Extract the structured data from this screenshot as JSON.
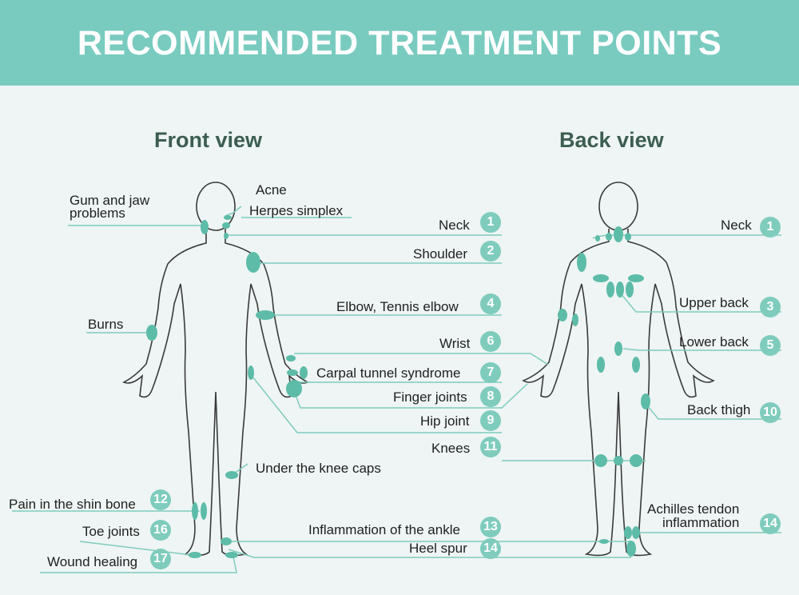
{
  "header": {
    "title": "RECOMMENDED TREATMENT POINTS"
  },
  "views": {
    "front": "Front view",
    "back": "Back view"
  },
  "labels": {
    "gum_jaw": "Gum and jaw\nproblems",
    "acne": "Acne",
    "herpes": "Herpes simplex",
    "neck_front": "Neck",
    "shoulder": "Shoulder",
    "elbow": "Elbow, Tennis elbow",
    "burns": "Burns",
    "wrist": "Wrist",
    "carpal": "Carpal tunnel syndrome",
    "finger": "Finger joints",
    "hip": "Hip joint",
    "knees": "Knees",
    "under_knee": "Under the knee caps",
    "shin": "Pain in the shin bone",
    "toe": "Toe joints",
    "wound": "Wound healing",
    "ankle": "Inflammation of the ankle",
    "heel": "Heel spur",
    "neck_back": "Neck",
    "upper_back": "Upper back",
    "lower_back": "Lower back",
    "back_thigh": "Back thigh",
    "achilles": "Achilles tendon\ninflammation"
  },
  "badges": {
    "neck_front": "1",
    "shoulder": "2",
    "elbow": "4",
    "wrist": "6",
    "carpal": "7",
    "finger": "8",
    "hip": "9",
    "knees": "11",
    "shin": "12",
    "toe": "16",
    "wound": "17",
    "ankle": "13",
    "heel": "14",
    "neck_back": "1",
    "upper_back": "3",
    "lower_back": "5",
    "back_thigh": "10",
    "achilles": "14"
  },
  "colors": {
    "banner": "#79cbbf",
    "accent": "#7fccbd",
    "marker": "#5dbca8",
    "outline": "#3a3a3a",
    "title": "#3c5e51"
  }
}
